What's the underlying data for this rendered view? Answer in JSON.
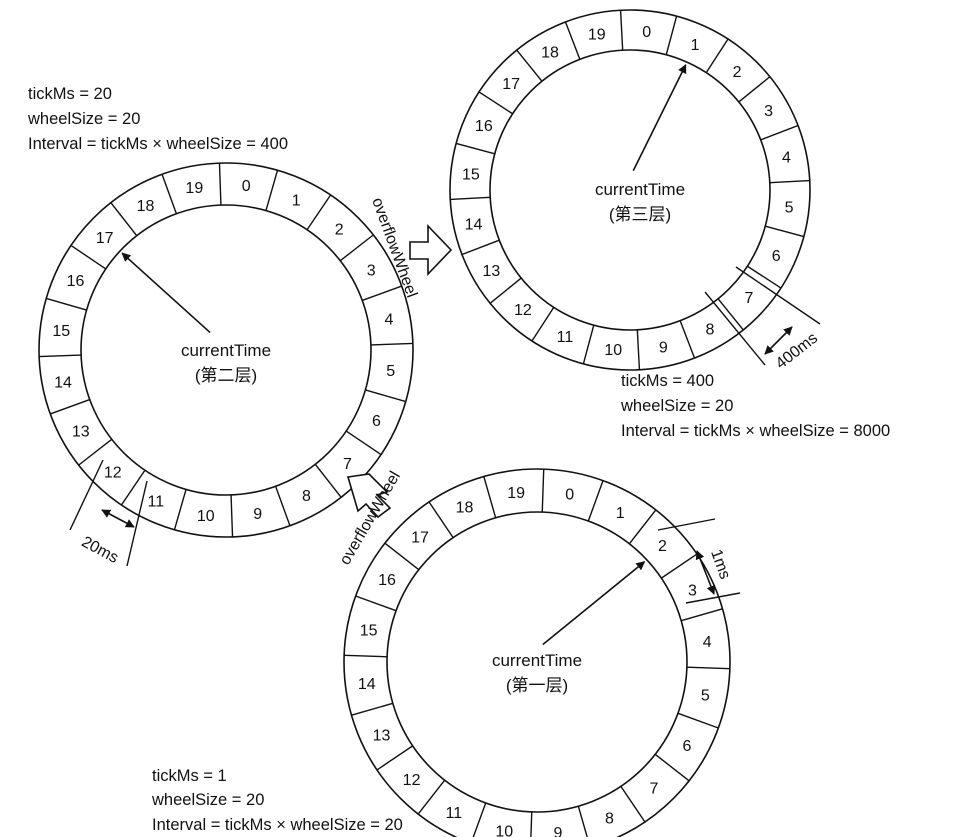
{
  "wheel_levels": [
    {
      "id": "level-1",
      "center_label": "currentTime",
      "level_label": "(第一层)",
      "pointer_slot": "2",
      "params": [
        "tickMs = 1",
        "wheelSize = 20",
        "Interval = tickMs × wheelSize = 20"
      ],
      "span_label": "1ms"
    },
    {
      "id": "level-2",
      "center_label": "currentTime",
      "level_label": "(第二层)",
      "pointer_slot": "17",
      "params": [
        "tickMs = 20",
        "wheelSize = 20",
        "Interval = tickMs × wheelSize = 400"
      ],
      "span_label": "20ms"
    },
    {
      "id": "level-3",
      "center_label": "currentTime",
      "level_label": "(第三层)",
      "pointer_slot": "1",
      "params": [
        "tickMs = 400",
        "wheelSize = 20",
        "Interval = tickMs × wheelSize = 8000"
      ],
      "span_label": "400ms"
    }
  ],
  "slot_labels": [
    "0",
    "1",
    "2",
    "3",
    "4",
    "5",
    "6",
    "7",
    "8",
    "9",
    "10",
    "11",
    "12",
    "13",
    "14",
    "15",
    "16",
    "17",
    "18",
    "19"
  ],
  "overflow_label": "overflowWheel"
}
